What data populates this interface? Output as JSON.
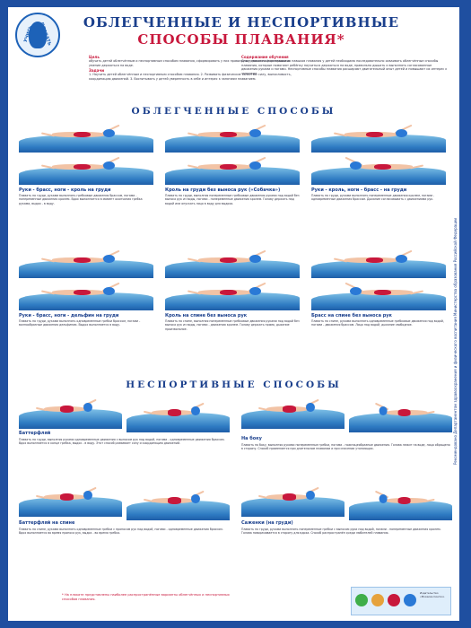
{
  "logo": {
    "text_left": "УЧИСЬ",
    "text_right": "ПЛАВАТЬ"
  },
  "title": {
    "line1": "ОБЛЕГЧЕННЫЕ И НЕСПОРТИВНЫЕ",
    "line2": "СПОСОБЫ ПЛАВАНИЯ*"
  },
  "intro": {
    "goal_label": "Цель",
    "goal_text": "обучить детей облегчённым и неспортивным способам плавания, сформировать у них правильные двигательные навыки и умение держаться на воде.",
    "tasks_label": "Задачи",
    "tasks_text": "1. Научить детей облегчённым и неспортивным способам плавания. 2. Развивать физические качества: силу, выносливость, координацию движений. 3. Воспитывать у детей уверенность в себе и интерес к занятиям плаванием.",
    "content_label": "Содержание обучения",
    "content_text": "Для успешного формирования навыков плавания у детей необходимо последовательно осваивать облегчённые способы плавания, которые помогают ребёнку научиться держаться на воде, правильно дышать и выполнять согласованные движения руками и ногами. Неспортивные способы плавания расширяют двигательный опыт детей и повышают их интерес к занятиям."
  },
  "sections": {
    "easy": "ОБЛЕГЧЕННЫЕ СПОСОБЫ",
    "non_sport": "НЕСПОРТИВНЫЕ СПОСОБЫ"
  },
  "easy_methods": [
    {
      "label": "Руки - брасс, ноги - кроль на груди",
      "text": "Плавать на груди, руками выполнять гребковые движения брассом, ногами - попеременные движения кролем. Вдох выполняется в момент окончания гребка руками, выдох - в воду."
    },
    {
      "label": "Кроль на груди без выноса рук («Собачка»)",
      "text": "Плавать на груди, выполняя попеременные гребковые движения руками под водой без выноса рук из воды, ногами - попеременные движения кролем. Голову держать над водой или опускать лицо в воду для выдоха."
    },
    {
      "label": "Руки - кроль, ноги - брасс - на груди",
      "text": "Плавать на груди, руками выполнять попеременные движения кролем, ногами - одновременные движения брассом. Дыхание согласовывать с движениями рук."
    },
    {
      "label": "Руки - брасс, ноги - дельфин на груди",
      "text": "Плавать на груди, руками выполнять одновременные гребки брассом, ногами - волнообразные движения дельфином. Выдох выполняется в воду."
    },
    {
      "label": "Кроль на спине без выноса рук",
      "text": "Плавать на спине, выполняя попеременные гребковые движения руками под водой без выноса рук из воды, ногами - движения кролем. Голову держать прямо, дыхание произвольное."
    },
    {
      "label": "Брасс на спине без выноса рук",
      "text": "Плавать на спине, руками выполнять одновременные гребковые движения под водой, ногами - движения брассом. Лицо над водой, дыхание свободное."
    }
  ],
  "non_sport_methods": [
    {
      "label": "Баттерфляй",
      "text": "Плавать на груди, выполняя руками одновременные движения с выносом рук над водой, ногами - одновременные движения брассом. Вдох выполняется в конце гребка, выдох - в воду. Этот способ развивает силу и координацию движений."
    },
    {
      "label": "На боку",
      "text": "Плавать на боку, выполняя руками попеременные гребки, ногами - ножницеобразные движения. Голова лежит на воде, лицо обращено в сторону. Способ применяется при длительном плавании и при спасении утопающих."
    },
    {
      "label": "Баттерфляй на спине",
      "text": "Плавать на спине, руками выполнять одновременные гребки с проносом рук над водой, ногами - одновременные движения брассом. Вдох выполняется во время проноса рук, выдох - во время гребка."
    },
    {
      "label": "Саженки (на груди)",
      "text": "Плавать на груди, руками выполнять попеременные гребки с выносом руки над водой, ногами - попеременные движения кролем. Голова поворачивается в сторону для вдоха. Способ распространён среди любителей плавания."
    }
  ],
  "side_text": "Рекомендовано Департаментом здравоохранения и физического воспитания Министерства образования Российской Федерации",
  "footer": "* На плакате представлены наиболее распространённые варианты облегчённых и неспортивных способов плавания.",
  "publisher_text": "Издательство «Мозаика-Синтез»",
  "colors": {
    "border": "#1f4fa0",
    "title_blue": "#1a3f8c",
    "title_red": "#c8183c",
    "water": "#2e7bc2",
    "cap": "#2a79d6"
  }
}
